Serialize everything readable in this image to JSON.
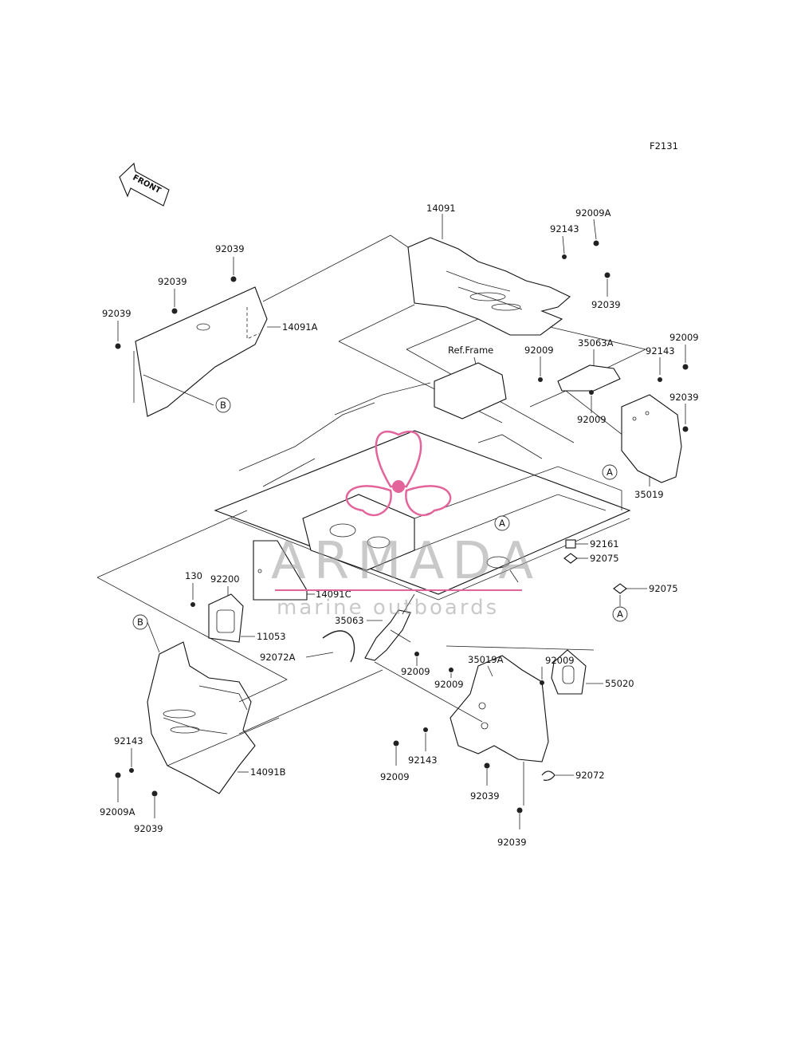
{
  "figure_code": "F2131",
  "front_arrow_text": "FRONT",
  "ref_frame_label": "Ref.Frame",
  "watermark": {
    "brand": "ARMADA",
    "tagline": "marine outboards",
    "accent_color": "#e2649a"
  },
  "callouts": {
    "c14091": "14091",
    "c92009A_top": "92009A",
    "c92143_top": "92143",
    "c92039_topright": "92039",
    "c92039_a": "92039",
    "c92039_b": "92039",
    "c92039_c": "92039",
    "c14091A": "14091A",
    "c35063A": "35063A",
    "c92009_r1": "92009",
    "c92143_r": "92143",
    "c92009_r2": "92009",
    "c92039_r": "92039",
    "c92009_mid": "92009",
    "c35019": "35019",
    "c92161": "92161",
    "c92075_a": "92075",
    "c92075_b": "92075",
    "c92200": "92200",
    "c130": "130",
    "c14091C": "14091C",
    "c35063": "35063",
    "c11053": "11053",
    "c92072A": "92072A",
    "c92009_l1": "92009",
    "c92009_l2": "92009",
    "c35019A": "35019A",
    "c92009_br": "92009",
    "c55020": "55020",
    "c92143_bl": "92143",
    "c14091B": "14091B",
    "c92009A_bl": "92009A",
    "c92039_bl": "92039",
    "c92009_bm": "92009",
    "c92143_bm": "92143",
    "c92039_bm1": "92039",
    "c92072": "92072",
    "c92039_bm2": "92039"
  },
  "ref_markers": {
    "a1": "A",
    "a2": "A",
    "a3": "A",
    "b1": "B",
    "b2": "B"
  }
}
